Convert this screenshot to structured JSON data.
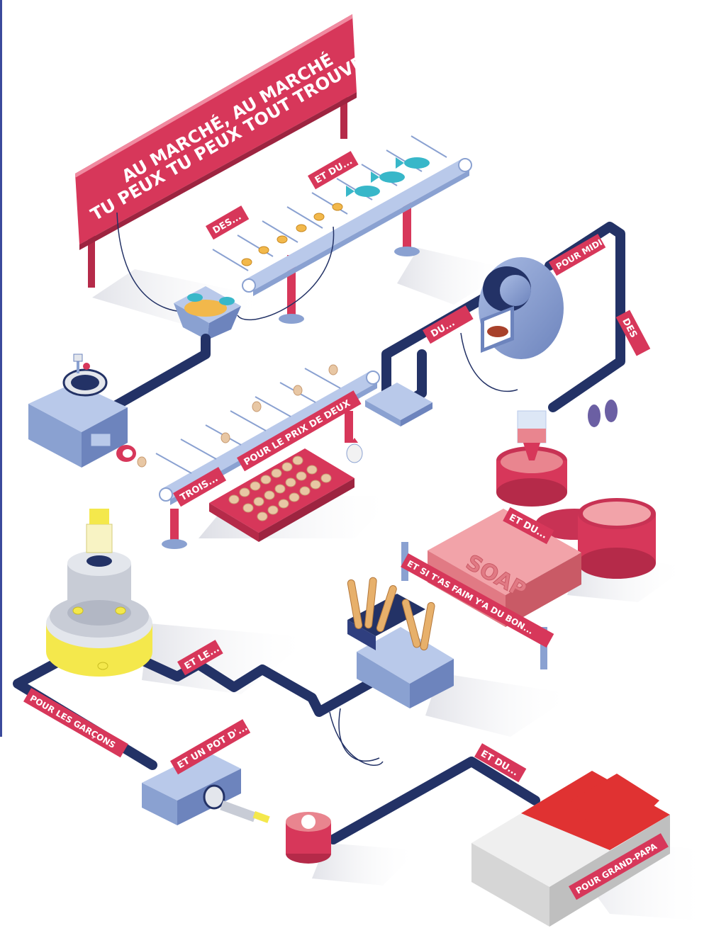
{
  "banner": {
    "line1": "AU MARCHÉ, AU MARCHÉ",
    "line2": "TU PEUX TU PEUX TOUT TROUVER"
  },
  "labels": {
    "des_1": "DES...",
    "et_du_1": "ET DU...",
    "pour_midi": "POUR MIDI",
    "du": "DU...",
    "des_2": "DES",
    "pour_le_prix_de_deux": "POUR LE PRIX DE DEUX",
    "trois": "TROIS...",
    "et_du_2": "ET DU...",
    "et_si": "ET SI T'AS FAIM Y'A DU BON...",
    "et_le": "ET LE...",
    "pour_les_garcons": "POUR LES GARÇONS",
    "et_un_pot": "ET UN POT D'...",
    "et_du_3": "ET DU...",
    "pour_grand_papa": "POUR GRAND-PAPA"
  },
  "soap": {
    "text": "SOAP"
  },
  "colors": {
    "red": "#d7375a",
    "red_dark": "#b52a49",
    "navy": "#233266",
    "blue_grey": "#8aa1d1",
    "blue_light": "#b9c9ea",
    "soap": "#ea7f85",
    "yellow": "#f4e84c"
  }
}
